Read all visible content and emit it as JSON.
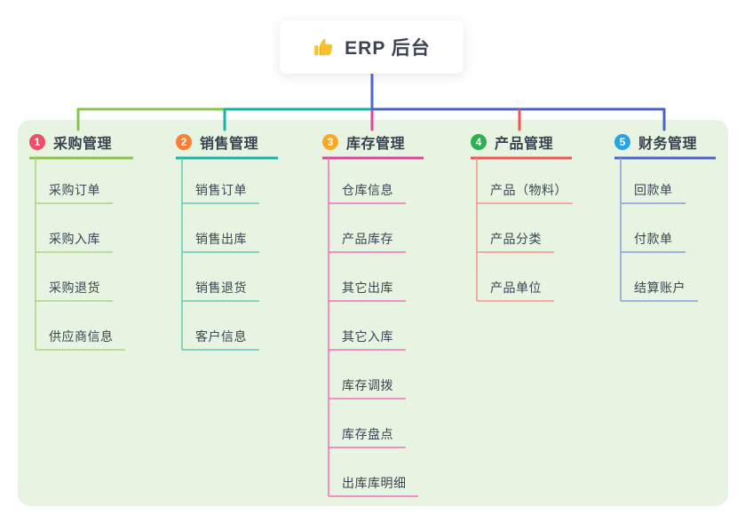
{
  "root": {
    "label": "ERP 后台",
    "icon": "thumbs-up-icon"
  },
  "branches": [
    {
      "index": "1",
      "title": "采购管理",
      "color": "#8bc34a",
      "light_color": "#aed581",
      "badge_color": "#f14f68",
      "children": [
        "采购订单",
        "采购入库",
        "采购退货",
        "供应商信息"
      ]
    },
    {
      "index": "2",
      "title": "销售管理",
      "color": "#17b3a8",
      "light_color": "#63cabe",
      "badge_color": "#fb7e32",
      "children": [
        "销售订单",
        "销售出库",
        "销售退货",
        "客户信息"
      ]
    },
    {
      "index": "3",
      "title": "库存管理",
      "color": "#e4429f",
      "light_color": "#ef72ba",
      "badge_color": "#f9a825",
      "children": [
        "仓库信息",
        "产品库存",
        "其它出库",
        "其它入库",
        "库存调拨",
        "库存盘点",
        "出库库明细"
      ]
    },
    {
      "index": "4",
      "title": "产品管理",
      "color": "#f4544f",
      "light_color": "#f7918c",
      "badge_color": "#2db150",
      "children": [
        "产品（物料）",
        "产品分类",
        "产品单位"
      ]
    },
    {
      "index": "5",
      "title": "财务管理",
      "color": "#4a63c8",
      "light_color": "#8b9cdc",
      "badge_color": "#29a4e2",
      "children": [
        "回款单",
        "付款单",
        "结算账户"
      ]
    }
  ],
  "colors": {
    "canvas_background": "#ffffff",
    "panel_background": "#e6f4e1",
    "root_connector": "#5068ce",
    "root_text": "#3c4454",
    "branch_title_text": "#39424f",
    "child_text": "#3c4554",
    "thumb_icon": "#f7c02f"
  }
}
